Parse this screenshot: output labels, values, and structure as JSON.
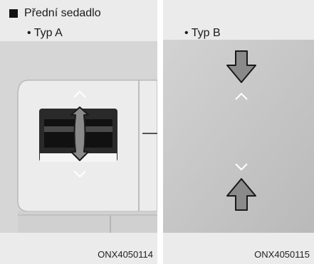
{
  "section": {
    "title": "Přední sedadlo",
    "bullet_icon": "square-bullet-icon"
  },
  "panels": [
    {
      "label": "• Typ A",
      "code": "ONX4050114",
      "icons": [
        "chevron-up-icon",
        "rotate-arrows-icon",
        "chevron-down-icon"
      ]
    },
    {
      "label": "• Typ B",
      "code": "ONX4050115",
      "icons": [
        "arrow-down-icon",
        "chevron-up-icon",
        "chevron-down-icon",
        "arrow-up-icon"
      ]
    }
  ],
  "colors": {
    "photo_bg_a": "#d3d3d3",
    "photo_bg_b": "#c4c4c4",
    "arrow_fill": "#8a8a8a",
    "arrow_stroke": "#1a1a1a"
  }
}
